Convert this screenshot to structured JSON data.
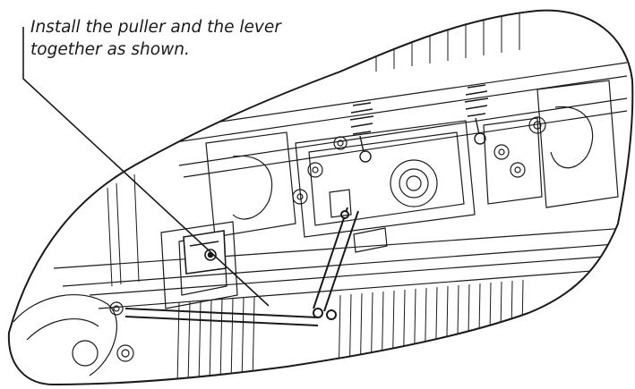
{
  "caption": {
    "line1": "Install the puller and the lever",
    "line2": "together as shown."
  },
  "illustration": {
    "subject": "puller-and-lever-assembly",
    "style": "black line art on white"
  },
  "colors": {
    "line": "#1a1a1a",
    "background": "#ffffff"
  }
}
